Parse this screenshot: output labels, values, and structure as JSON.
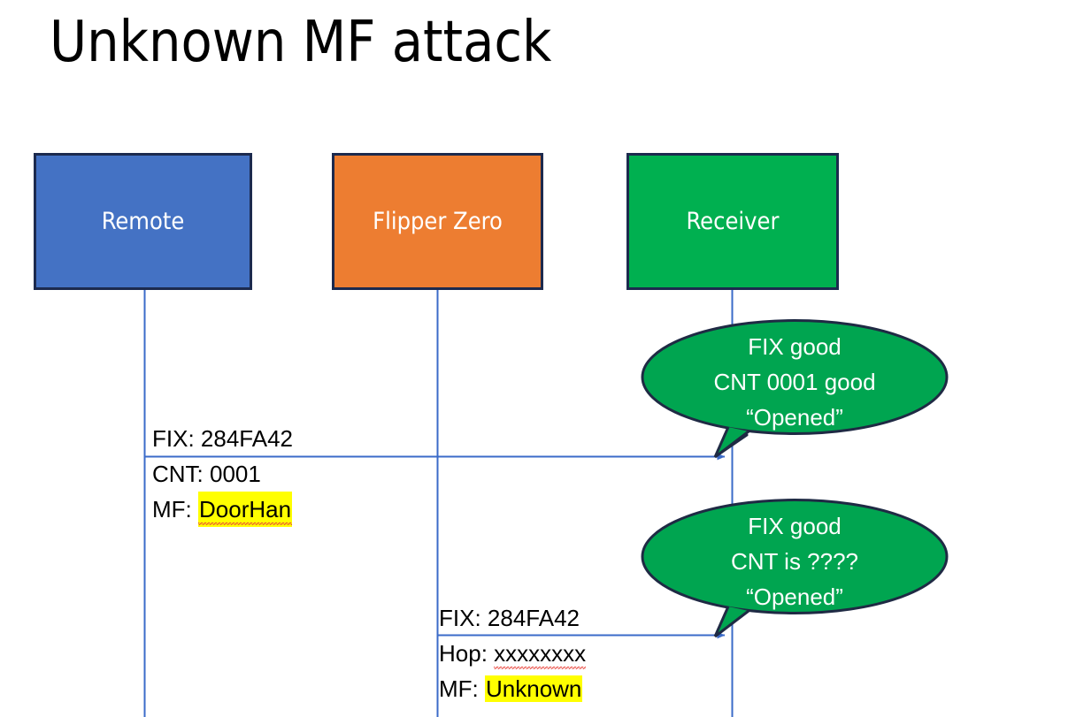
{
  "slide": {
    "title": "Unknown MF attack",
    "background": "#ffffff"
  },
  "colors": {
    "remote_box": "#4472C4",
    "flipper_box": "#ED7D31",
    "receiver_box": "#00B050",
    "box_outline": "#1C2A4E",
    "callout_fill": "#00A550",
    "callout_outline": "#1F2A44",
    "lifeline": "#3B6BC9",
    "arrow": "#3B6BC9",
    "highlight": "#FFFF00",
    "spellcheck_underline": "#E8443A",
    "text": "#000000",
    "box_text": "#FFFFFF"
  },
  "actors": [
    {
      "id": "remote",
      "label": "Remote"
    },
    {
      "id": "flipper",
      "label": "Flipper Zero"
    },
    {
      "id": "receiver",
      "label": "Receiver"
    }
  ],
  "messages": [
    {
      "id": "msg-remote-to-receiver",
      "from": "remote",
      "to": "receiver",
      "lines": [
        {
          "prefix": "FIX: ",
          "value": "284FA42",
          "highlight": false,
          "spellcheck_error": false
        },
        {
          "prefix": "CNT: ",
          "value": "0001",
          "highlight": false,
          "spellcheck_error": false
        },
        {
          "prefix": "MF: ",
          "value": "DoorHan",
          "highlight": true,
          "spellcheck_error": true
        }
      ]
    },
    {
      "id": "msg-flipper-to-receiver",
      "from": "flipper",
      "to": "receiver",
      "lines": [
        {
          "prefix": "FIX: ",
          "value": "284FA42",
          "highlight": false,
          "spellcheck_error": false
        },
        {
          "prefix": "Hop: ",
          "value": "xxxxxxxx",
          "highlight": false,
          "spellcheck_error": true
        },
        {
          "prefix": "MF: ",
          "value": "Unknown",
          "highlight": true,
          "spellcheck_error": false
        }
      ]
    }
  ],
  "callouts": [
    {
      "id": "callout-first-response",
      "attached_to": "msg-remote-to-receiver",
      "lines": [
        "FIX good",
        "CNT 0001 good",
        "“Opened”"
      ]
    },
    {
      "id": "callout-second-response",
      "attached_to": "msg-flipper-to-receiver",
      "lines": [
        "FIX good",
        "CNT is ????",
        "“Opened”"
      ]
    }
  ]
}
